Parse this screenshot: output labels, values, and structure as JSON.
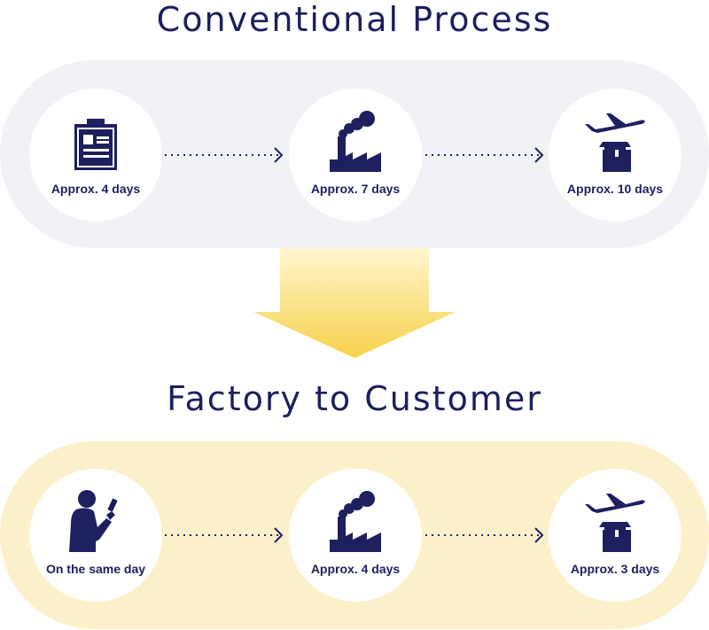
{
  "conventional": {
    "title": "Conventional Process",
    "steps": [
      {
        "icon": "clipboard-icon",
        "label": "Approx. 4 days"
      },
      {
        "icon": "factory-icon",
        "label": "Approx. 7 days"
      },
      {
        "icon": "airplane-box-icon",
        "label": "Approx. 10 days"
      }
    ]
  },
  "factory_to_customer": {
    "title": "Factory to Customer",
    "steps": [
      {
        "icon": "person-phone-icon",
        "label": "On the same day"
      },
      {
        "icon": "factory-icon",
        "label": "Approx. 4 days"
      },
      {
        "icon": "airplane-box-icon",
        "label": "Approx. 3 days"
      }
    ]
  },
  "colors": {
    "navy": "#1e1f5e",
    "conventional_band": "#f1f2f6",
    "factory_band": "#fcf0cb",
    "arrow_yellow": "#f8d650"
  }
}
